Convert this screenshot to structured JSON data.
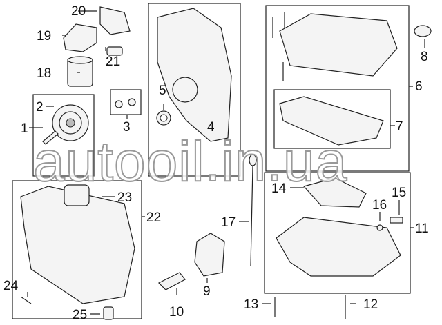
{
  "diagram": {
    "callouts": [
      "1",
      "2",
      "3",
      "4",
      "5",
      "6",
      "7",
      "8",
      "9",
      "10",
      "11",
      "12",
      "13",
      "14",
      "15",
      "16",
      "17",
      "18",
      "19",
      "20",
      "21",
      "22",
      "23",
      "24",
      "25"
    ]
  },
  "watermark": "autooil.in.ua"
}
